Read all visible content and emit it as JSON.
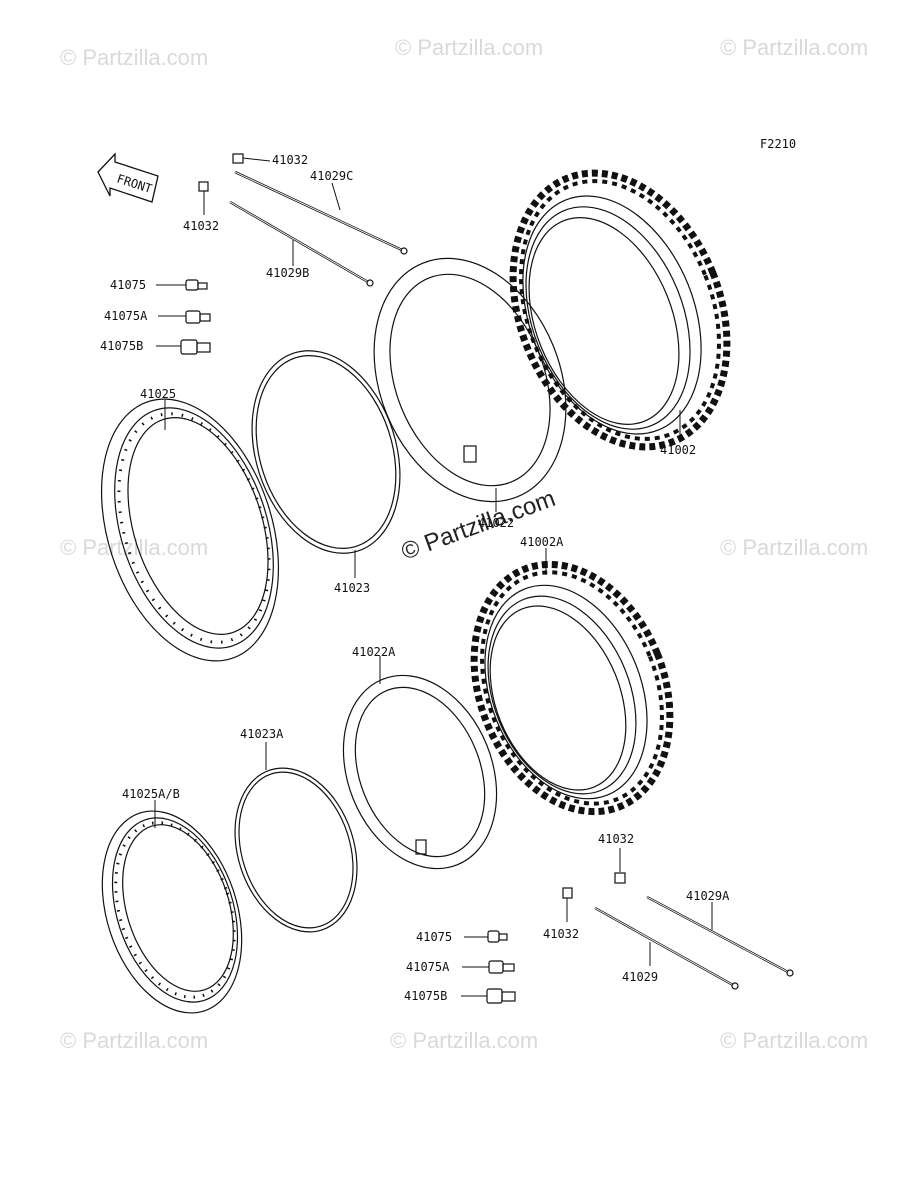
{
  "figure_code": "F2210",
  "front_label": "FRONT",
  "watermark": "© Partzilla.com",
  "labels": {
    "p41032_a": "41032",
    "p41029C": "41029C",
    "p41032_b": "41032",
    "p41029B": "41029B",
    "p41075": "41075",
    "p41075A": "41075A",
    "p41075B": "41075B",
    "p41025": "41025",
    "p41002": "41002",
    "p41022": "41022",
    "p41023": "41023",
    "p41002A": "41002A",
    "p41022A": "41022A",
    "p41023A": "41023A",
    "p41025AB": "41025A/B",
    "p41032_c": "41032",
    "p41032_d": "41032",
    "p41029A": "41029A",
    "p41029": "41029",
    "p41075_r": "41075",
    "p41075A_r": "41075A",
    "p41075B_r": "41075B"
  }
}
